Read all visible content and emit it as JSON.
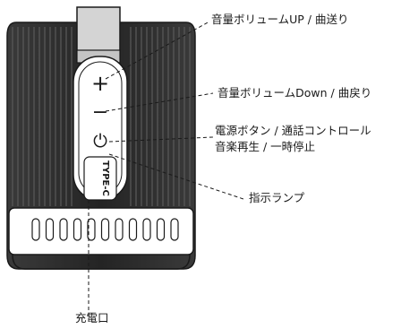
{
  "callouts": {
    "vol_up": "音量ボリュームUP / 曲送り",
    "vol_down": "音量ボリュームDown / 曲戻り",
    "power_line1": "電源ボタン / 通話コントロール",
    "power_line2": "音楽再生 / 一時停止",
    "indicator": "指示ランプ",
    "charge_port": "充電口"
  },
  "device": {
    "plus_symbol": "+",
    "minus_symbol": "−",
    "power_symbol": "⏻",
    "port_label": "TYPE-C"
  },
  "colors": {
    "outline": "#1a1a1a",
    "body_dark": "#2b2b2b",
    "strap": "#d4d4d4"
  }
}
